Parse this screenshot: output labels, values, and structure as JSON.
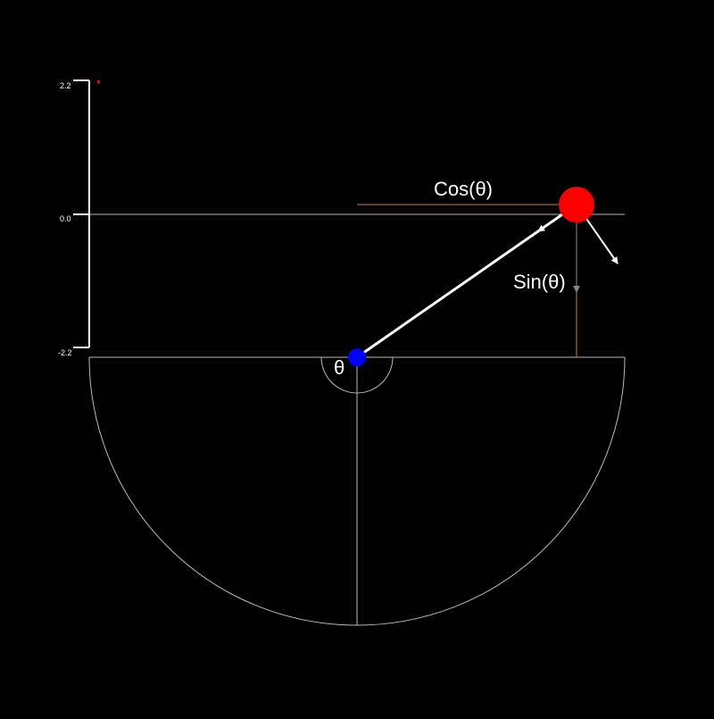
{
  "scale": {
    "tick_labels": [
      "2.2",
      "0.0",
      "-2.2"
    ],
    "marker_value": 2.2
  },
  "labels": {
    "cos": "Cos(θ)",
    "sin": "Sin(θ)",
    "theta": "θ"
  },
  "colors": {
    "background": "#000000",
    "structure_line": "#bbbbbb",
    "scale_bar": "#ffffff",
    "bob": "#ff0000",
    "pivot": "#0000ff",
    "rod": "#ffffff",
    "projection": "#c87f3c",
    "gravity_arrow": "#888888",
    "text": "#ffffff"
  }
}
